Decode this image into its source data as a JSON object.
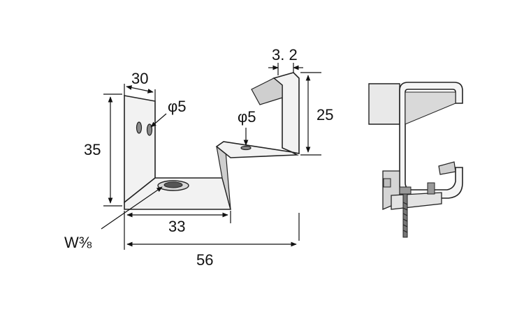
{
  "drawing": {
    "labels": {
      "width_top": "30",
      "height_left": "35",
      "hole_left": "φ5",
      "hole_mid": "φ5",
      "thickness": "3. 2",
      "height_right": "25",
      "base_length": "33",
      "total_length": "56",
      "bolt_spec": "W⅜"
    }
  }
}
